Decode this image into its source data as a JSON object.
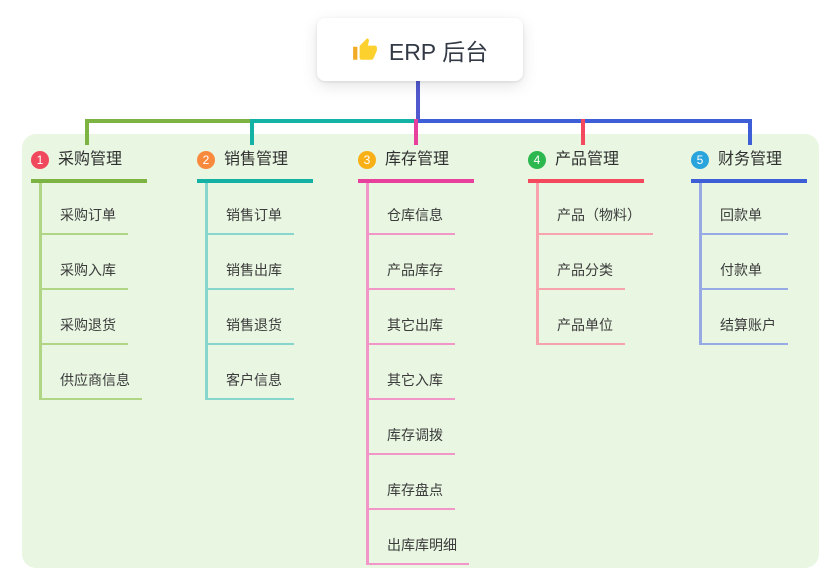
{
  "root": {
    "label": "ERP 后台",
    "icon": "thumbs-up-icon"
  },
  "branches": [
    {
      "badge": "1",
      "label": "采购管理",
      "color": "#7cb342",
      "light_color": "#b0d685",
      "badge_color": "#f0485c",
      "children": [
        "采购订单",
        "采购入库",
        "采购退货",
        "供应商信息"
      ]
    },
    {
      "badge": "2",
      "label": "销售管理",
      "color": "#13b2a4",
      "light_color": "#86d6cd",
      "badge_color": "#f98a3d",
      "children": [
        "销售订单",
        "销售出库",
        "销售退货",
        "客户信息"
      ]
    },
    {
      "badge": "3",
      "label": "库存管理",
      "color": "#e8409d",
      "light_color": "#f295c8",
      "badge_color": "#f9b016",
      "children": [
        "仓库信息",
        "产品库存",
        "其它出库",
        "其它入库",
        "库存调拨",
        "库存盘点",
        "出库库明细"
      ]
    },
    {
      "badge": "4",
      "label": "产品管理",
      "color": "#f4485e",
      "light_color": "#f8a2ad",
      "badge_color": "#2db84f",
      "children": [
        "产品（物料）",
        "产品分类",
        "产品单位"
      ]
    },
    {
      "badge": "5",
      "label": "财务管理",
      "color": "#3e5ed8",
      "light_color": "#97aae6",
      "badge_color": "#29a4dc",
      "children": [
        "回款单",
        "付款单",
        "结算账户"
      ]
    }
  ],
  "colors": {
    "page_background": "#ffffff",
    "panel_background": "#e8f6e2",
    "root_connector": "#5159ce",
    "root_card_text": "#333a45",
    "node_text": "#3b3b3b"
  }
}
